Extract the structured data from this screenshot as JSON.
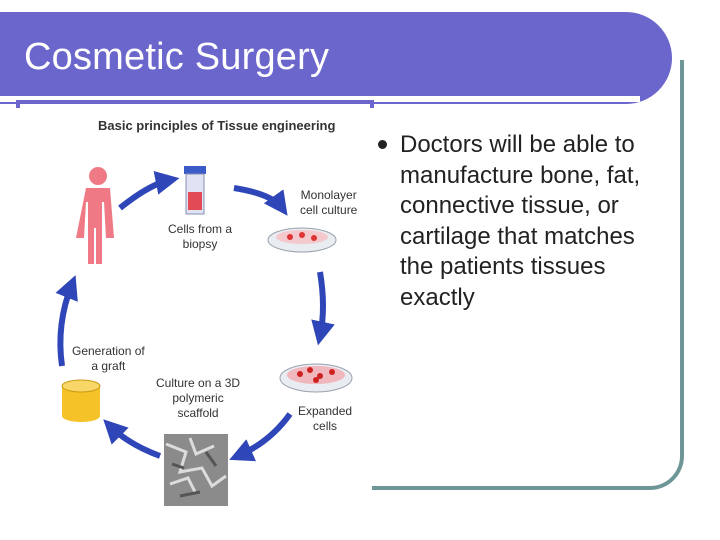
{
  "slide": {
    "title": "Cosmetic Surgery",
    "bullet": "Doctors will be able to manufacture bone, fat, connective tissue, or cartilage that matches the patients tissues exactly"
  },
  "figure": {
    "title": "Basic principles of Tissue engineering",
    "labels": {
      "biopsy": "Cells from a\nbiopsy",
      "monolayer": "Monolayer\ncell culture",
      "expanded": "Expanded\ncells",
      "culture3d": "Culture on a 3D\npolymeric\nscaffold",
      "graft": "Generation of\na graft"
    }
  },
  "colors": {
    "title_bar": "#6b66cc",
    "frame": "#6f9696",
    "arrow": "#2f46b8",
    "person": "#ef7a85",
    "graft": "#f5c227"
  }
}
